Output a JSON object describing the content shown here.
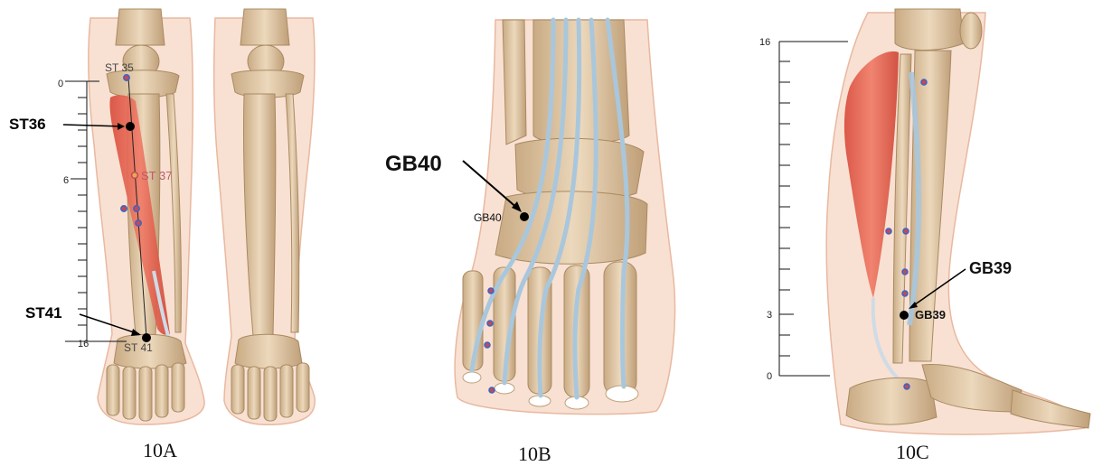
{
  "panels": [
    {
      "id": "10A",
      "caption": "10A",
      "scale": {
        "top": "0",
        "mid": "6",
        "bottom": "16"
      },
      "callouts": {
        "st36": "ST36",
        "st41": "ST41"
      },
      "points": {
        "st35": "ST 35",
        "st37": "ST 37",
        "st41": "ST 41"
      }
    },
    {
      "id": "10B",
      "caption": "10B",
      "callouts": {
        "gb40": "GB40"
      },
      "points": {
        "gb40": "GB40"
      }
    },
    {
      "id": "10C",
      "caption": "10C",
      "scale": {
        "top": "16",
        "mid": "3",
        "bottom": "0"
      },
      "callouts": {
        "gb39": "GB39"
      },
      "points": {
        "gb39": "GB39"
      }
    }
  ],
  "colors": {
    "skin": "#f7d9c8",
    "bone": "#dcc3a0",
    "bone_dark": "#b99a74",
    "muscle": "#e4624f",
    "tendon": "#a9c7dc",
    "point_fill": "#c04a58",
    "point_ring": "#3a63c8",
    "st37_label": "#c05a68"
  }
}
